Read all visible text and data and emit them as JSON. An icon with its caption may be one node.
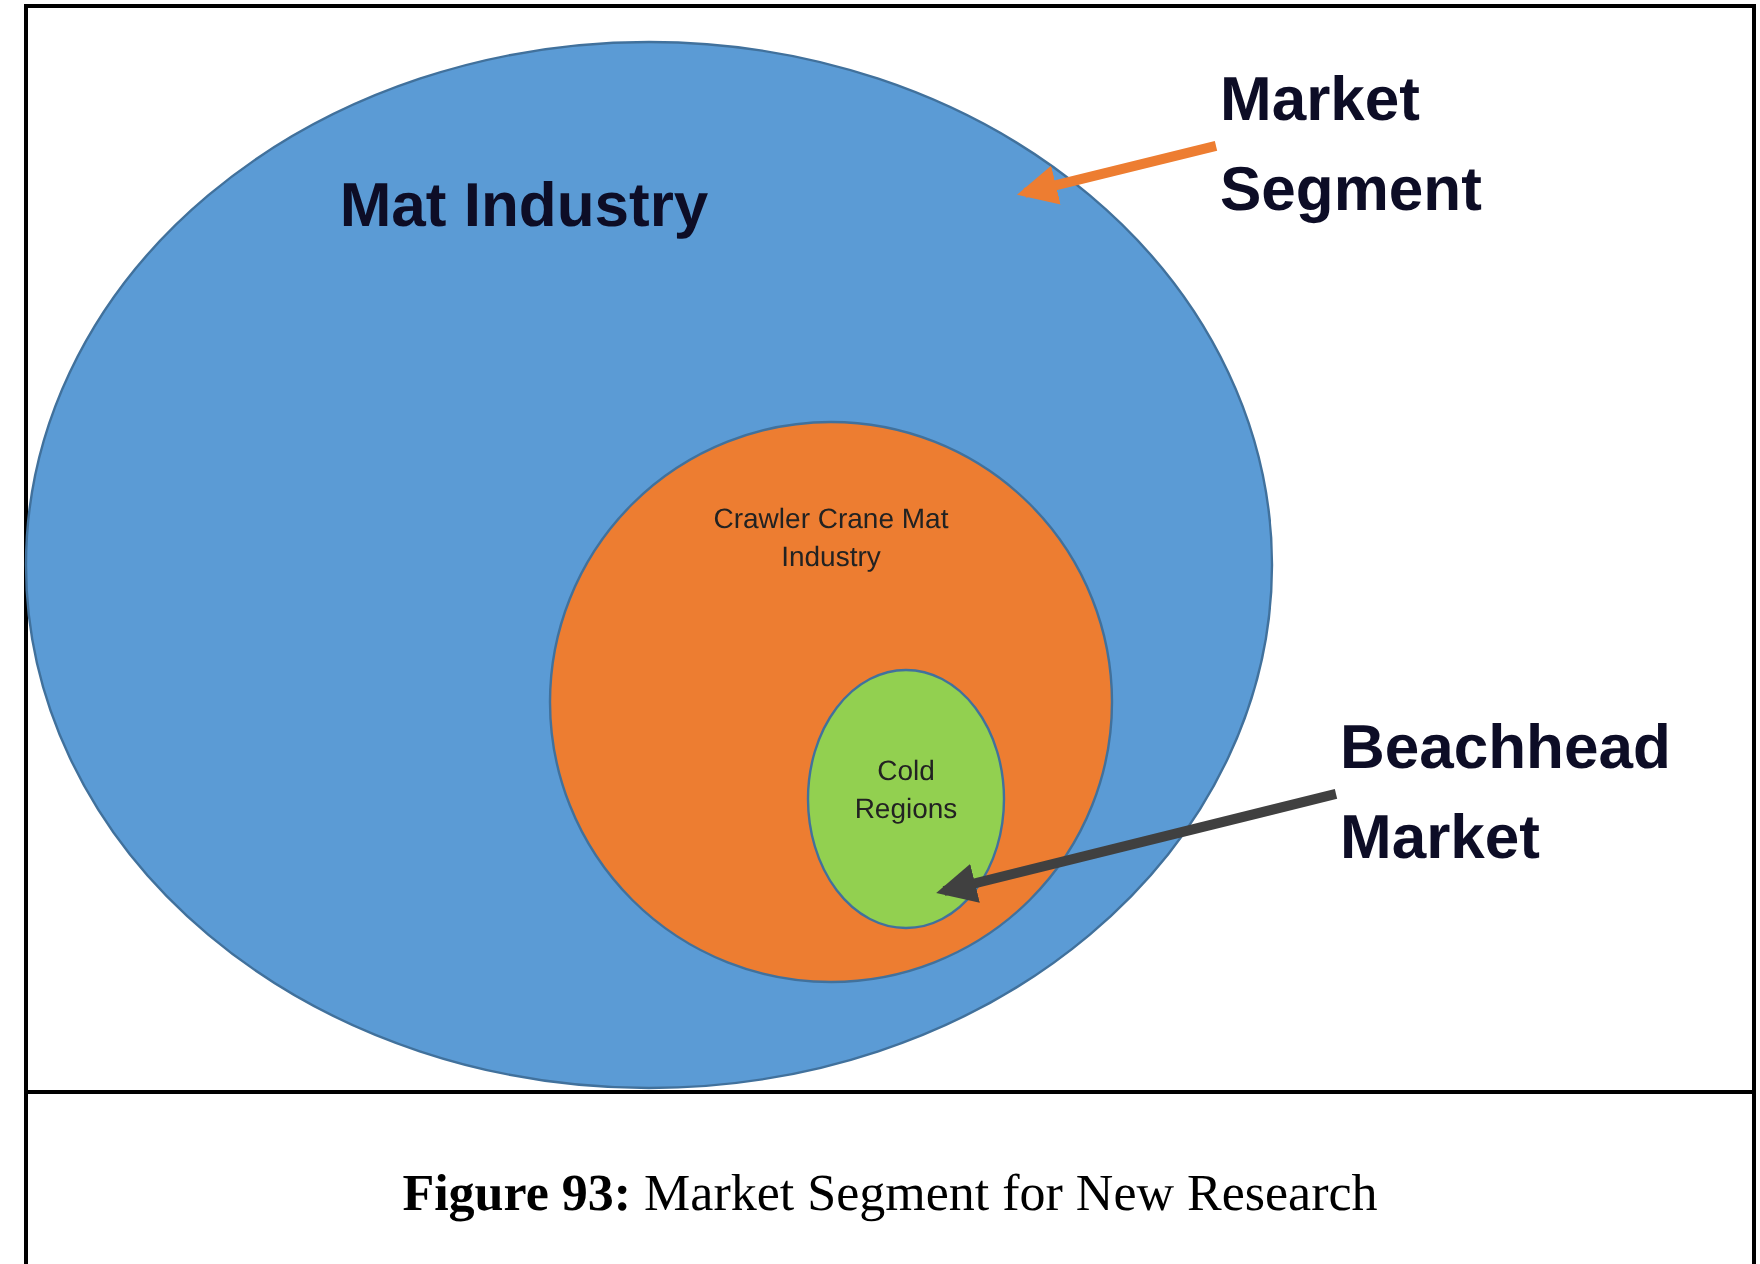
{
  "diagram": {
    "caption": "**Figure 93:** Market Segment for New Research",
    "nodes": [
      {
        "text": [
          "Mat Industry"
        ]
      },
      {
        "text": [
          "Crawler Crane Mat Industry"
        ],
        "in": 0
      },
      {
        "text": [
          "Cold Regions"
        ],
        "in": 1
      },
      {
        "text": [
          "Market Segment"
        ]
      },
      {
        "text": [
          "Beachhead Market"
        ]
      }
    ],
    "edges": [
      {
        "from": 3,
        "to": 0,
        "arrow": "to",
        "color": "#ed7d31"
      },
      {
        "from": 4,
        "to": 2,
        "arrow": "to",
        "color": "#404040"
      }
    ]
  }
}
